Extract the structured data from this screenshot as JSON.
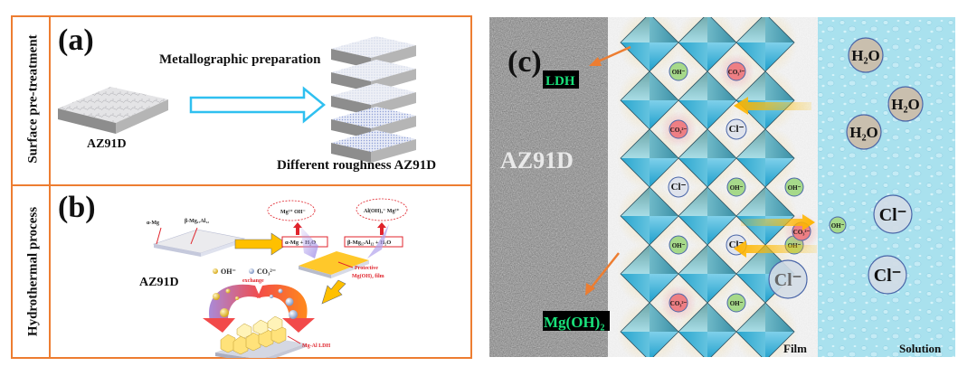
{
  "panel_a": {
    "letter": "(a)",
    "side_label": "Surface pre-treatment",
    "process_label": "Metallographic preparation",
    "substrate_label": "AZ91D",
    "result_label": "Different roughness AZ91D",
    "stacked_plates": 5
  },
  "panel_b": {
    "letter": "(b)",
    "side_label": "Hydrothermal process",
    "substrate_label": "AZ91D",
    "phase_alpha": "α-Mg",
    "phase_beta": "β-Mg₁₇Al₁₂",
    "reaction_1": "α-Mg + H₂O",
    "reaction_2": "β-Mg₁₇Al₁₂ + H₂O",
    "products_1": "Mg²⁺  OH⁻",
    "products_2": "Al(OH)₄⁻  Mg²⁺",
    "film_label_1": "Protective",
    "film_label_2": "Mg(OH)₂ film",
    "legend_oh": "OH⁻",
    "legend_co3": "CO₃²⁻",
    "exchange_label": "exchange",
    "ldh_label": "Mg-Al LDH"
  },
  "panel_c": {
    "letter": "(c)",
    "substrate_label": "AZ91D",
    "ldh_tag": "LDH",
    "mgoh2_tag": "Mg(OH)₂",
    "film_label": "Film",
    "solution_label": "Solution",
    "lattice_ions": [
      {
        "label": "OH⁻",
        "kind": "oh"
      },
      {
        "label": "CO₃²⁻",
        "kind": "co3"
      },
      {
        "label": "CO₃²⁻",
        "kind": "co3"
      },
      {
        "label": "Cl⁻",
        "kind": "cl"
      },
      {
        "label": "Cl⁻",
        "kind": "cl"
      },
      {
        "label": "OH⁻",
        "kind": "oh"
      },
      {
        "label": "OH⁻",
        "kind": "oh"
      },
      {
        "label": "OH⁻",
        "kind": "oh"
      },
      {
        "label": "Cl⁻",
        "kind": "cl"
      },
      {
        "label": "CO₃²⁻",
        "kind": "co3"
      },
      {
        "label": "OH⁻",
        "kind": "oh"
      },
      {
        "label": "CO₃²⁻",
        "kind": "co3"
      },
      {
        "label": "OH⁻",
        "kind": "oh"
      }
    ],
    "solution_molecules": [
      "H₂O",
      "H₂O",
      "H₂O"
    ],
    "solution_ions": [
      "Cl⁻",
      "Cl⁻",
      "Cl⁻"
    ],
    "free_oh": "OH⁻",
    "colors": {
      "oh": "#a6d98a",
      "co3": "#ee7f84",
      "cl": "#dfe3ec",
      "h2o": "#c9bfae",
      "tag_bg": "#000000",
      "tag_text": "#19e07a",
      "arrow_orange": "#ed7d31",
      "arrow_yellow": "#ffc000"
    }
  }
}
